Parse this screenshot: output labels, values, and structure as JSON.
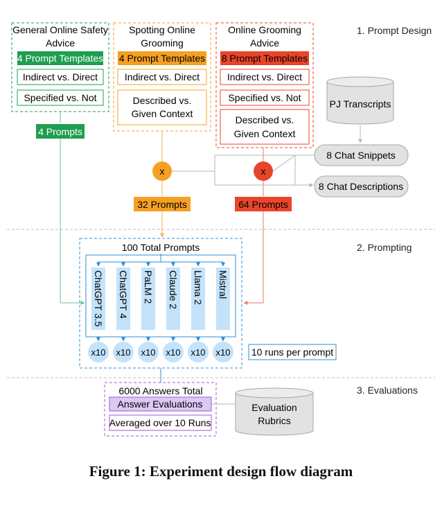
{
  "sections": {
    "prompt_design": "1. Prompt Design",
    "prompting": "2. Prompting",
    "evaluations": "3. Evaluations"
  },
  "groups": {
    "general": {
      "title_line1": "General Online Safety",
      "title_line2": "Advice",
      "templates": "4 Prompt Templates",
      "opt1": "Indirect vs. Direct",
      "opt2": "Specified vs. Not",
      "prompts": "4 Prompts"
    },
    "spotting": {
      "title_line1": "Spotting Online",
      "title_line2": "Grooming",
      "templates": "4 Prompt Templates",
      "opt1": "Indirect vs. Direct",
      "opt2_line1": "Described vs.",
      "opt2_line2": "Given Context",
      "prompts": "32 Prompts"
    },
    "advice": {
      "title_line1": "Online Grooming",
      "title_line2": "Advice",
      "templates": "8 Prompt Templates",
      "opt1": "Indirect vs. Direct",
      "opt2": "Specified vs. Not",
      "opt3_line1": "Described vs.",
      "opt3_line2": "Given Context",
      "prompts": "64 Prompts"
    }
  },
  "multiply_symbol": "x",
  "transcripts": "PJ Transcripts",
  "snippets": "8 Chat Snippets",
  "descriptions": "8 Chat Descriptions",
  "prompting": {
    "total": "100 Total Prompts",
    "models": [
      "ChatGPT 3.5",
      "ChatGPT 4",
      "PaLM 2",
      "Claude 2",
      "Llama 2",
      "Mistral"
    ],
    "runs": [
      "x10",
      "x10",
      "x10",
      "x10",
      "x10",
      "x10"
    ],
    "runs_note": "10 runs per prompt"
  },
  "evaluation": {
    "answers": "6000 Answers Total",
    "evals": "Answer Evaluations",
    "averaged": "Averaged over 10 Runs",
    "rubrics_line1": "Evaluation",
    "rubrics_line2": "Rubrics"
  },
  "caption": "Figure 1: Experiment design flow diagram",
  "colors": {
    "green": "#1e9e50",
    "green_line": "#6fc48e",
    "orange": "#f5a023",
    "orange_line": "#f7b24e",
    "red": "#e8452a",
    "red_line": "#ef7a5f",
    "blue": "#2b8fd6",
    "blue_fill": "#c4e3fb",
    "purple": "#9b59d6",
    "purple_fill": "#dcc8f5",
    "grey_fill": "#e2e2e2",
    "grey_line": "#a6a6a6"
  }
}
